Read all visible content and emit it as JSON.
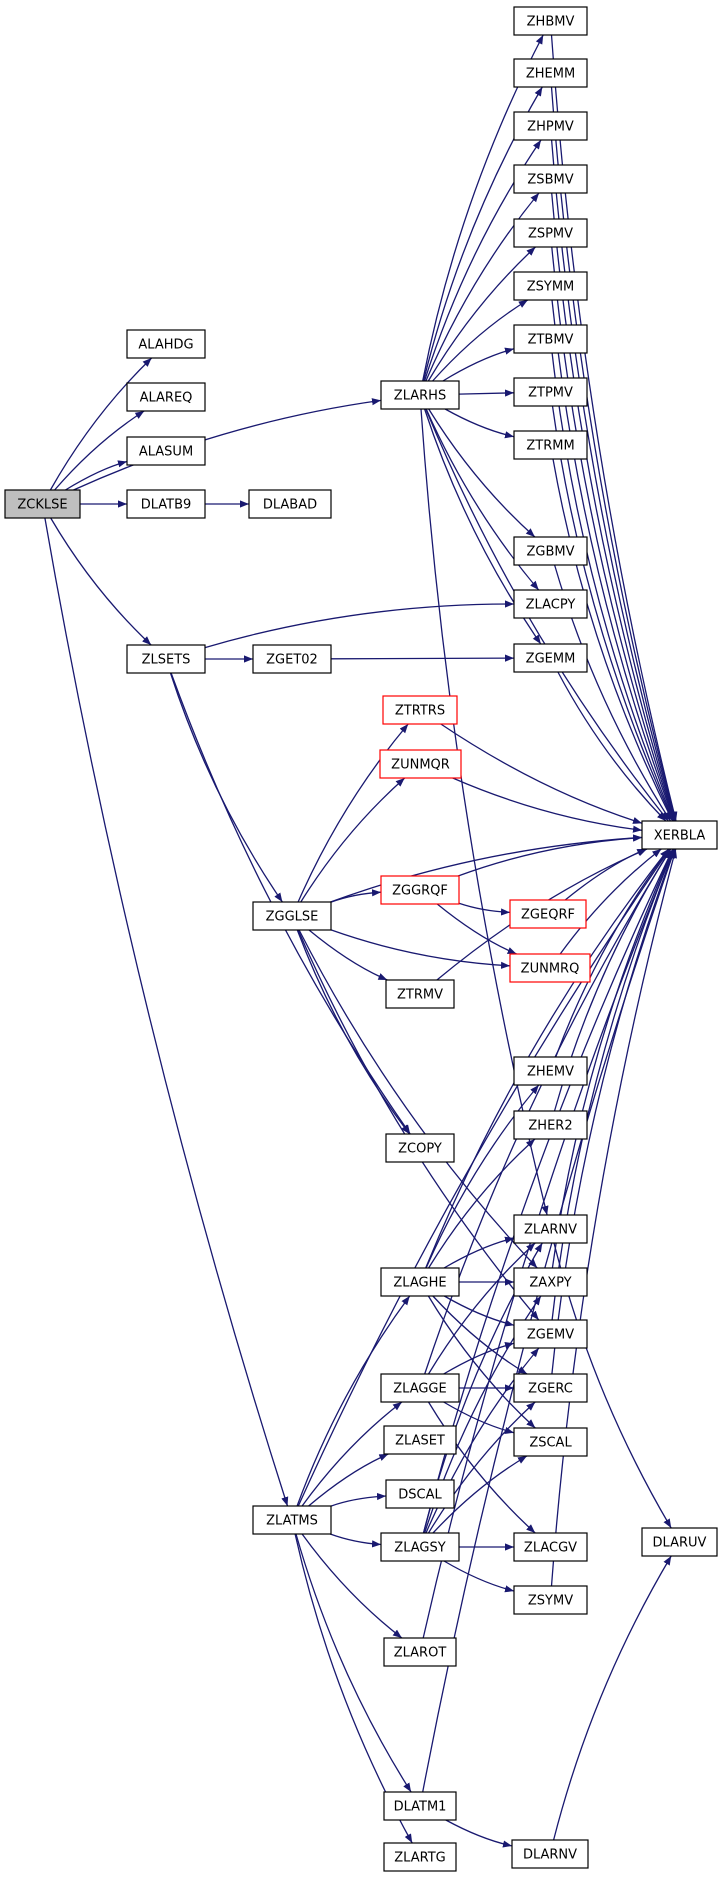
{
  "graph": {
    "nodes": [
      {
        "id": "ZCKLSE",
        "label": "ZCKLSE",
        "style": "root"
      },
      {
        "id": "ALAHDG",
        "label": "ALAHDG",
        "style": "normal"
      },
      {
        "id": "ALAREQ",
        "label": "ALAREQ",
        "style": "normal"
      },
      {
        "id": "ALASUM",
        "label": "ALASUM",
        "style": "normal"
      },
      {
        "id": "DLATB9",
        "label": "DLATB9",
        "style": "normal"
      },
      {
        "id": "DLABAD",
        "label": "DLABAD",
        "style": "normal"
      },
      {
        "id": "ZLARHS",
        "label": "ZLARHS",
        "style": "normal"
      },
      {
        "id": "ZLSETS",
        "label": "ZLSETS",
        "style": "normal"
      },
      {
        "id": "ZGET02",
        "label": "ZGET02",
        "style": "normal"
      },
      {
        "id": "ZLATMS",
        "label": "ZLATMS",
        "style": "normal"
      },
      {
        "id": "ZHBMV",
        "label": "ZHBMV",
        "style": "normal"
      },
      {
        "id": "ZHEMM",
        "label": "ZHEMM",
        "style": "normal"
      },
      {
        "id": "ZHPMV",
        "label": "ZHPMV",
        "style": "normal"
      },
      {
        "id": "ZSBMV",
        "label": "ZSBMV",
        "style": "normal"
      },
      {
        "id": "ZSPMV",
        "label": "ZSPMV",
        "style": "normal"
      },
      {
        "id": "ZSYMM",
        "label": "ZSYMM",
        "style": "normal"
      },
      {
        "id": "ZTBMV",
        "label": "ZTBMV",
        "style": "normal"
      },
      {
        "id": "ZTPMV",
        "label": "ZTPMV",
        "style": "normal"
      },
      {
        "id": "ZTRMM",
        "label": "ZTRMM",
        "style": "normal"
      },
      {
        "id": "ZGBMV",
        "label": "ZGBMV",
        "style": "normal"
      },
      {
        "id": "ZLACPY",
        "label": "ZLACPY",
        "style": "normal"
      },
      {
        "id": "ZGEMM",
        "label": "ZGEMM",
        "style": "normal"
      },
      {
        "id": "ZTRTRS",
        "label": "ZTRTRS",
        "style": "red"
      },
      {
        "id": "ZUNMQR",
        "label": "ZUNMQR",
        "style": "red"
      },
      {
        "id": "XERBLA",
        "label": "XERBLA",
        "style": "normal"
      },
      {
        "id": "ZGGLSE",
        "label": "ZGGLSE",
        "style": "normal"
      },
      {
        "id": "ZGGRQF",
        "label": "ZGGRQF",
        "style": "red"
      },
      {
        "id": "ZGEQRF",
        "label": "ZGEQRF",
        "style": "red"
      },
      {
        "id": "ZUNMRQ",
        "label": "ZUNMRQ",
        "style": "red"
      },
      {
        "id": "ZTRMV",
        "label": "ZTRMV",
        "style": "normal"
      },
      {
        "id": "ZHEMV",
        "label": "ZHEMV",
        "style": "normal"
      },
      {
        "id": "ZHER2",
        "label": "ZHER2",
        "style": "normal"
      },
      {
        "id": "ZCOPY",
        "label": "ZCOPY",
        "style": "normal"
      },
      {
        "id": "ZLARNV",
        "label": "ZLARNV",
        "style": "normal"
      },
      {
        "id": "ZLAGHE",
        "label": "ZLAGHE",
        "style": "normal"
      },
      {
        "id": "ZAXPY",
        "label": "ZAXPY",
        "style": "normal"
      },
      {
        "id": "ZGEMV",
        "label": "ZGEMV",
        "style": "normal"
      },
      {
        "id": "ZLAGGE",
        "label": "ZLAGGE",
        "style": "normal"
      },
      {
        "id": "ZGERC",
        "label": "ZGERC",
        "style": "normal"
      },
      {
        "id": "ZLASET",
        "label": "ZLASET",
        "style": "normal"
      },
      {
        "id": "ZSCAL",
        "label": "ZSCAL",
        "style": "normal"
      },
      {
        "id": "DSCAL",
        "label": "DSCAL",
        "style": "normal"
      },
      {
        "id": "ZLAGSY",
        "label": "ZLAGSY",
        "style": "normal"
      },
      {
        "id": "ZLACGV",
        "label": "ZLACGV",
        "style": "normal"
      },
      {
        "id": "DLARUV",
        "label": "DLARUV",
        "style": "normal"
      },
      {
        "id": "ZSYMV",
        "label": "ZSYMV",
        "style": "normal"
      },
      {
        "id": "ZLAROT",
        "label": "ZLAROT",
        "style": "normal"
      },
      {
        "id": "DLATM1",
        "label": "DLATM1",
        "style": "normal"
      },
      {
        "id": "ZLARTG",
        "label": "ZLARTG",
        "style": "normal"
      },
      {
        "id": "DLARNV",
        "label": "DLARNV",
        "style": "normal"
      }
    ],
    "edges": [
      [
        "ZCKLSE",
        "ALAHDG"
      ],
      [
        "ZCKLSE",
        "ALAREQ"
      ],
      [
        "ZCKLSE",
        "ALASUM"
      ],
      [
        "ZCKLSE",
        "DLATB9"
      ],
      [
        "ZCKLSE",
        "ZLARHS"
      ],
      [
        "ZCKLSE",
        "ZLSETS"
      ],
      [
        "ZCKLSE",
        "ZLATMS"
      ],
      [
        "DLATB9",
        "DLABAD"
      ],
      [
        "ZLARHS",
        "ZHBMV"
      ],
      [
        "ZLARHS",
        "ZHEMM"
      ],
      [
        "ZLARHS",
        "ZHPMV"
      ],
      [
        "ZLARHS",
        "ZSBMV"
      ],
      [
        "ZLARHS",
        "ZSPMV"
      ],
      [
        "ZLARHS",
        "ZSYMM"
      ],
      [
        "ZLARHS",
        "ZTBMV"
      ],
      [
        "ZLARHS",
        "ZTPMV"
      ],
      [
        "ZLARHS",
        "ZTRMM"
      ],
      [
        "ZLARHS",
        "ZGBMV"
      ],
      [
        "ZLARHS",
        "ZLACPY"
      ],
      [
        "ZLARHS",
        "ZGEMM"
      ],
      [
        "ZLARHS",
        "XERBLA"
      ],
      [
        "ZLARHS",
        "ZLARNV"
      ],
      [
        "ZHBMV",
        "XERBLA"
      ],
      [
        "ZHEMM",
        "XERBLA"
      ],
      [
        "ZHPMV",
        "XERBLA"
      ],
      [
        "ZSBMV",
        "XERBLA"
      ],
      [
        "ZSPMV",
        "XERBLA"
      ],
      [
        "ZSYMM",
        "XERBLA"
      ],
      [
        "ZTBMV",
        "XERBLA"
      ],
      [
        "ZTPMV",
        "XERBLA"
      ],
      [
        "ZTRMM",
        "XERBLA"
      ],
      [
        "ZGBMV",
        "XERBLA"
      ],
      [
        "ZGEMM",
        "XERBLA"
      ],
      [
        "ZLSETS",
        "ZLACPY"
      ],
      [
        "ZLSETS",
        "ZGET02"
      ],
      [
        "ZLSETS",
        "ZGGLSE"
      ],
      [
        "ZLSETS",
        "ZCOPY"
      ],
      [
        "ZGET02",
        "ZGEMM"
      ],
      [
        "ZTRTRS",
        "XERBLA"
      ],
      [
        "ZUNMQR",
        "XERBLA"
      ],
      [
        "ZGGLSE",
        "ZTRTRS"
      ],
      [
        "ZGGLSE",
        "ZUNMQR"
      ],
      [
        "ZGGLSE",
        "XERBLA"
      ],
      [
        "ZGGLSE",
        "ZGGRQF"
      ],
      [
        "ZGGLSE",
        "ZUNMRQ"
      ],
      [
        "ZGGLSE",
        "ZTRMV"
      ],
      [
        "ZGGLSE",
        "ZCOPY"
      ],
      [
        "ZGGLSE",
        "ZAXPY"
      ],
      [
        "ZGGLSE",
        "ZGEMV"
      ],
      [
        "ZGGRQF",
        "XERBLA"
      ],
      [
        "ZGGRQF",
        "ZGEQRF"
      ],
      [
        "ZGGRQF",
        "ZUNMRQ"
      ],
      [
        "ZGEQRF",
        "XERBLA"
      ],
      [
        "ZUNMRQ",
        "XERBLA"
      ],
      [
        "ZTRMV",
        "XERBLA"
      ],
      [
        "ZHEMV",
        "XERBLA"
      ],
      [
        "ZHER2",
        "XERBLA"
      ],
      [
        "ZLARNV",
        "DLARUV"
      ],
      [
        "ZLAGHE",
        "ZHEMV"
      ],
      [
        "ZLAGHE",
        "ZHER2"
      ],
      [
        "ZLAGHE",
        "ZLARNV"
      ],
      [
        "ZLAGHE",
        "ZAXPY"
      ],
      [
        "ZLAGHE",
        "ZGEMV"
      ],
      [
        "ZLAGHE",
        "ZGERC"
      ],
      [
        "ZLAGHE",
        "ZSCAL"
      ],
      [
        "ZLAGHE",
        "XERBLA"
      ],
      [
        "ZAXPY",
        "XERBLA"
      ],
      [
        "ZGEMV",
        "XERBLA"
      ],
      [
        "ZGERC",
        "XERBLA"
      ],
      [
        "ZLAGGE",
        "ZLARNV"
      ],
      [
        "ZLAGGE",
        "ZGEMV"
      ],
      [
        "ZLAGGE",
        "ZGERC"
      ],
      [
        "ZLAGGE",
        "ZSCAL"
      ],
      [
        "ZLAGGE",
        "ZLACGV"
      ],
      [
        "ZLAGGE",
        "XERBLA"
      ],
      [
        "ZLAGSY",
        "ZLARNV"
      ],
      [
        "ZLAGSY",
        "ZAXPY"
      ],
      [
        "ZLAGSY",
        "ZGEMV"
      ],
      [
        "ZLAGSY",
        "ZGERC"
      ],
      [
        "ZLAGSY",
        "ZSCAL"
      ],
      [
        "ZLAGSY",
        "ZLACGV"
      ],
      [
        "ZLAGSY",
        "ZSYMV"
      ],
      [
        "ZLAGSY",
        "XERBLA"
      ],
      [
        "ZSYMV",
        "XERBLA"
      ],
      [
        "ZLAROT",
        "XERBLA"
      ],
      [
        "ZLATMS",
        "ZLAGHE"
      ],
      [
        "ZLATMS",
        "ZLAGGE"
      ],
      [
        "ZLATMS",
        "ZLASET"
      ],
      [
        "ZLATMS",
        "DSCAL"
      ],
      [
        "ZLATMS",
        "ZLAGSY"
      ],
      [
        "ZLATMS",
        "ZLAROT"
      ],
      [
        "ZLATMS",
        "DLATM1"
      ],
      [
        "ZLATMS",
        "ZLARTG"
      ],
      [
        "ZLATMS",
        "XERBLA"
      ],
      [
        "DLATM1",
        "XERBLA"
      ],
      [
        "DLATM1",
        "DLARNV"
      ],
      [
        "DLARNV",
        "DLARUV"
      ]
    ]
  }
}
